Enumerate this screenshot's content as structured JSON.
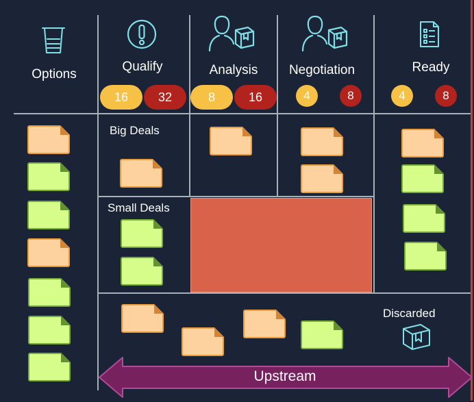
{
  "columns": {
    "options": {
      "title": "Options",
      "icon": "trash-bin-icon"
    },
    "qualify": {
      "title": "Qualify",
      "icon": "alert-circle-icon",
      "wip": [
        "16",
        "32"
      ]
    },
    "analysis": {
      "title": "Analysis",
      "icon": "person-with-box-icon",
      "wip": [
        "8",
        "16"
      ]
    },
    "negotiation": {
      "title": "Negotiation",
      "icon": "person-with-box-icon",
      "wip": [
        "4",
        "8"
      ]
    },
    "ready": {
      "title": "Ready",
      "icon": "checklist-icon",
      "wip": [
        "4",
        "8"
      ]
    }
  },
  "lanes": {
    "big": "Big Deals",
    "small": "Small Deals",
    "discarded": "Discarded"
  },
  "upstream_label": "Upstream",
  "colors": {
    "background": "#1b2437",
    "grid_line": "#a8b0bb",
    "icon": "#7fe0e8",
    "pill_yellow": "#f6c144",
    "pill_red": "#b1231c",
    "card_orange": "#fdd29e",
    "card_green": "#d6fc8a",
    "blocked_area": "#d8634a",
    "upstream_arrow": "#78215f",
    "red_boundary": "#d63a2a"
  },
  "cards": {
    "options": [
      "orange",
      "green",
      "green",
      "orange",
      "green",
      "green",
      "green"
    ],
    "qualify_big": [
      "orange"
    ],
    "qualify_small": [
      "green",
      "green"
    ],
    "analysis_big": [
      "orange"
    ],
    "negotiation_big": [
      "orange",
      "orange"
    ],
    "ready": [
      "orange",
      "green",
      "green",
      "green"
    ],
    "discarded": [
      "orange",
      "orange",
      "orange",
      "green"
    ]
  }
}
